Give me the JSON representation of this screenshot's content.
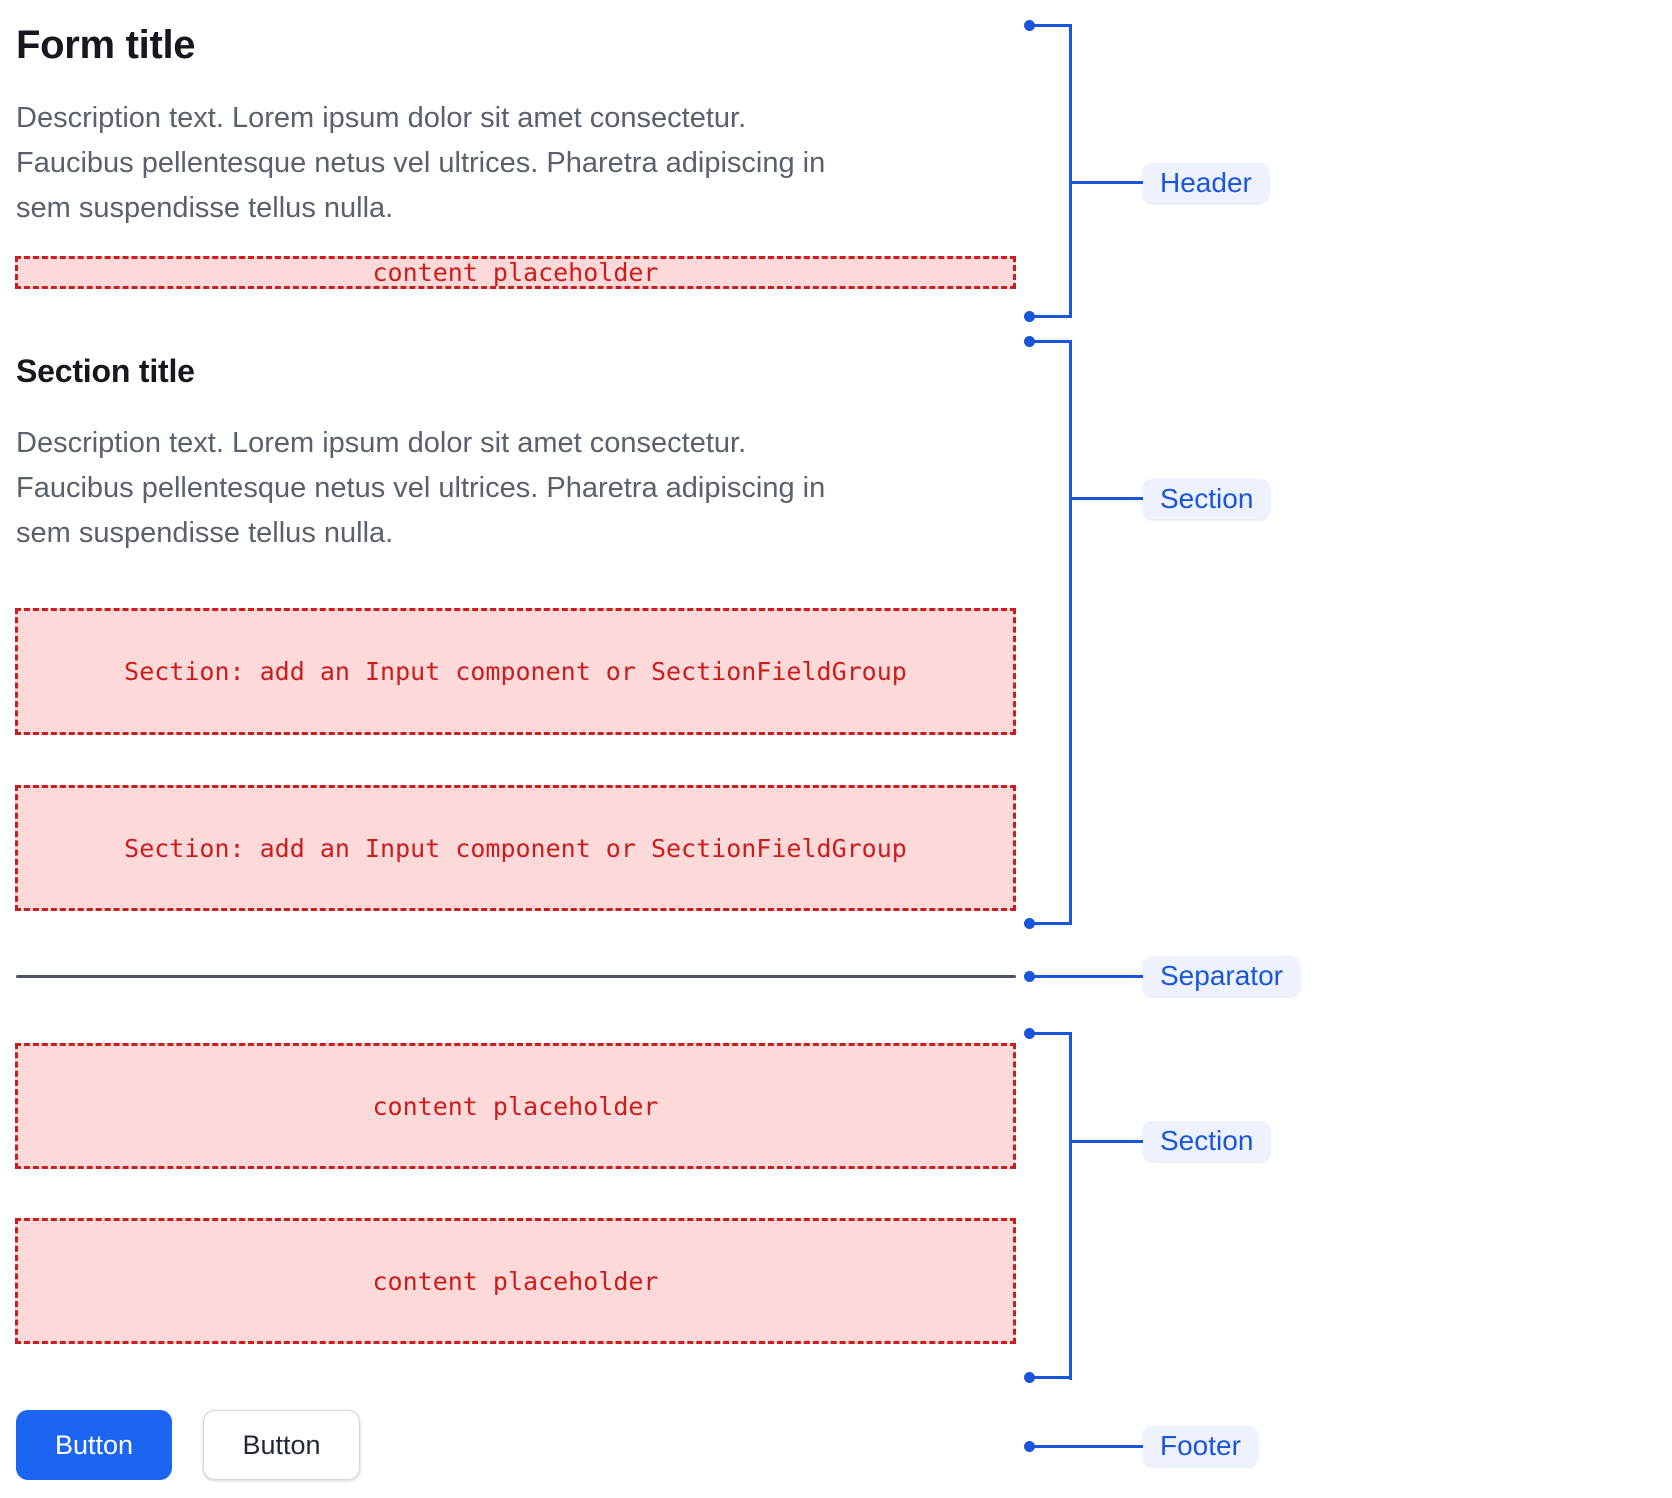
{
  "colors": {
    "accent_blue": "#1A56DB",
    "button_blue": "#1C64F2",
    "placeholder_bg": "#FDD9D9",
    "placeholder_red": "#C81E1E",
    "pill_bg": "#EDF2FE",
    "separator_gray": "#4B5563",
    "heading": "#15181E",
    "description_gray": "#59616C"
  },
  "form": {
    "title": "Form title",
    "description": "Description text. Lorem ipsum dolor sit amet consectetur.\nFaucibus pellentesque netus vel ultrices. Pharetra adipiscing in\nsem suspendisse tellus nulla.",
    "header_placeholder": "content placeholder",
    "section_top": {
      "title": "Section title",
      "description": "Description text. Lorem ipsum dolor sit amet consectetur.\nFaucibus pellentesque netus vel ultrices. Pharetra adipiscing in\nsem suspendisse tellus nulla.",
      "slots": [
        "Section: add an Input component or SectionFieldGroup",
        "Section: add an Input component or SectionFieldGroup"
      ]
    },
    "section_bottom": {
      "slots": [
        "content placeholder",
        "content placeholder"
      ]
    },
    "footer": {
      "primary_label": "Button",
      "secondary_label": "Button"
    }
  },
  "annotations": {
    "header": "Header",
    "section_top": "Section",
    "separator": "Separator",
    "section_bottom": "Section",
    "footer": "Footer"
  }
}
